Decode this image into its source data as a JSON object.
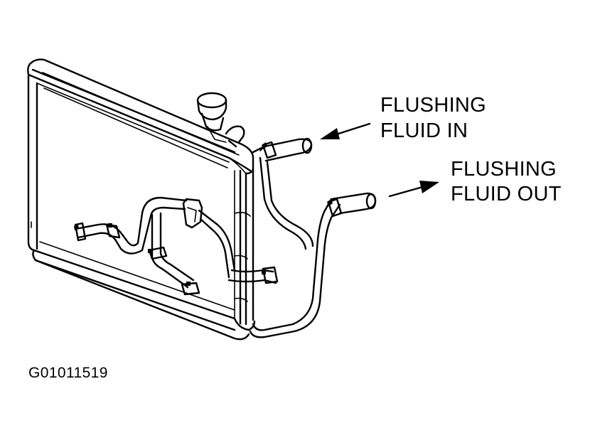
{
  "labels": {
    "flushing_in_line1": "FLUSHING",
    "flushing_in_line2": "FLUID IN",
    "flushing_out_line1": "FLUSHING",
    "flushing_out_line2": "FLUID OUT"
  },
  "figure_id": "G01011519"
}
